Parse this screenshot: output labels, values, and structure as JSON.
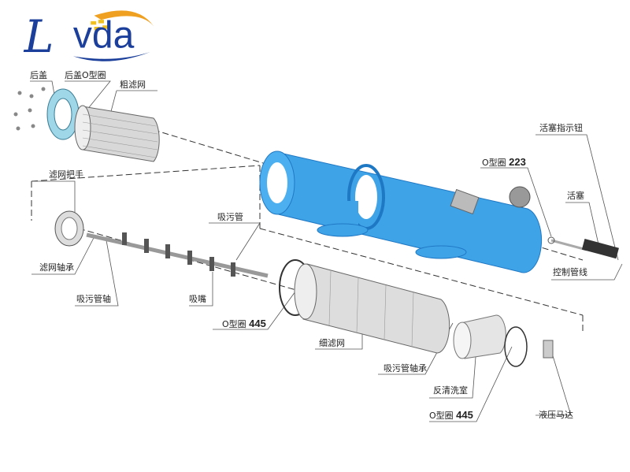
{
  "logo": {
    "text": "Lvda",
    "colors": {
      "blue": "#1b3f9a",
      "orange": "#f0a020"
    }
  },
  "colors": {
    "housing": "#3fa3e8",
    "housing_dark": "#1f78c4",
    "line": "#333333"
  },
  "labels": {
    "rear_cover": "后盖",
    "rear_cover_oring": "后盖O型圈",
    "coarse_screen": "粗滤网",
    "screen_handle": "滤网把手",
    "screen_bearing": "滤网轴承",
    "suction_shaft": "吸污管轴",
    "suction_pipe": "吸污管",
    "nozzle": "吸嘴",
    "oring_445_a_text": "O型圈",
    "oring_445_a_num": "445",
    "fine_screen": "细滤网",
    "suction_bearing": "吸污管轴承",
    "backwash_chamber": "反清洗室",
    "oring_445_b_text": "O型圈",
    "oring_445_b_num": "445",
    "hydraulic_motor": "液压马达",
    "piston_indicator": "活塞指示钮",
    "oring_223_text": "O型圈",
    "oring_223_num": "223",
    "piston": "活塞",
    "control_line": "控制管线"
  }
}
